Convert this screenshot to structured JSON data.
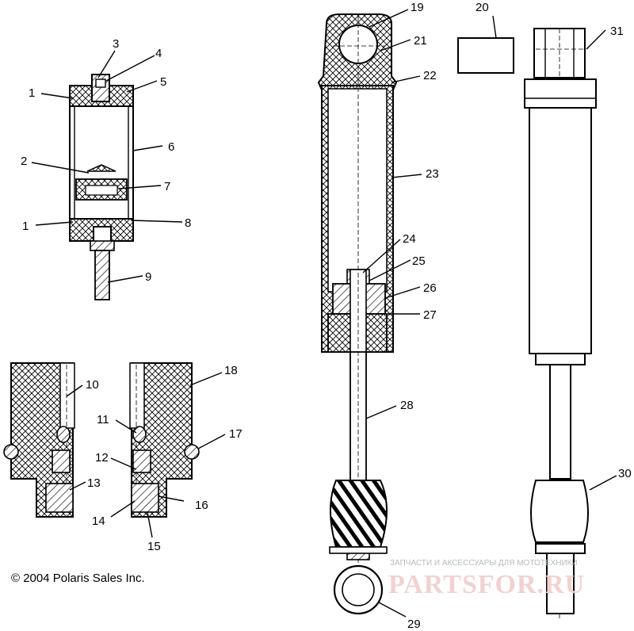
{
  "copyright": "© 2004 Polaris Sales Inc.",
  "watermark": {
    "tagline": "ЗАПЧАСТИ И АКСЕССУАРЫ ДЛЯ МОТОТЕХНИКИ",
    "brand": "PARTSFOR.RU"
  },
  "callouts": [
    {
      "id": "1a",
      "text": "1"
    },
    {
      "id": "1b",
      "text": "1"
    },
    {
      "id": "2",
      "text": "2"
    },
    {
      "id": "3",
      "text": "3"
    },
    {
      "id": "4",
      "text": "4"
    },
    {
      "id": "5",
      "text": "5"
    },
    {
      "id": "6",
      "text": "6"
    },
    {
      "id": "7",
      "text": "7"
    },
    {
      "id": "8",
      "text": "8"
    },
    {
      "id": "9",
      "text": "9"
    },
    {
      "id": "10",
      "text": "10"
    },
    {
      "id": "11",
      "text": "11"
    },
    {
      "id": "12",
      "text": "12"
    },
    {
      "id": "13",
      "text": "13"
    },
    {
      "id": "14",
      "text": "14"
    },
    {
      "id": "15",
      "text": "15"
    },
    {
      "id": "16",
      "text": "16"
    },
    {
      "id": "17",
      "text": "17"
    },
    {
      "id": "18",
      "text": "18"
    },
    {
      "id": "19",
      "text": "19"
    },
    {
      "id": "20",
      "text": "20"
    },
    {
      "id": "21",
      "text": "21"
    },
    {
      "id": "22",
      "text": "22"
    },
    {
      "id": "23",
      "text": "23"
    },
    {
      "id": "24",
      "text": "24"
    },
    {
      "id": "25",
      "text": "25"
    },
    {
      "id": "26",
      "text": "26"
    },
    {
      "id": "27",
      "text": "27"
    },
    {
      "id": "28",
      "text": "28"
    },
    {
      "id": "29",
      "text": "29"
    },
    {
      "id": "30",
      "text": "30"
    },
    {
      "id": "31",
      "text": "31"
    }
  ]
}
